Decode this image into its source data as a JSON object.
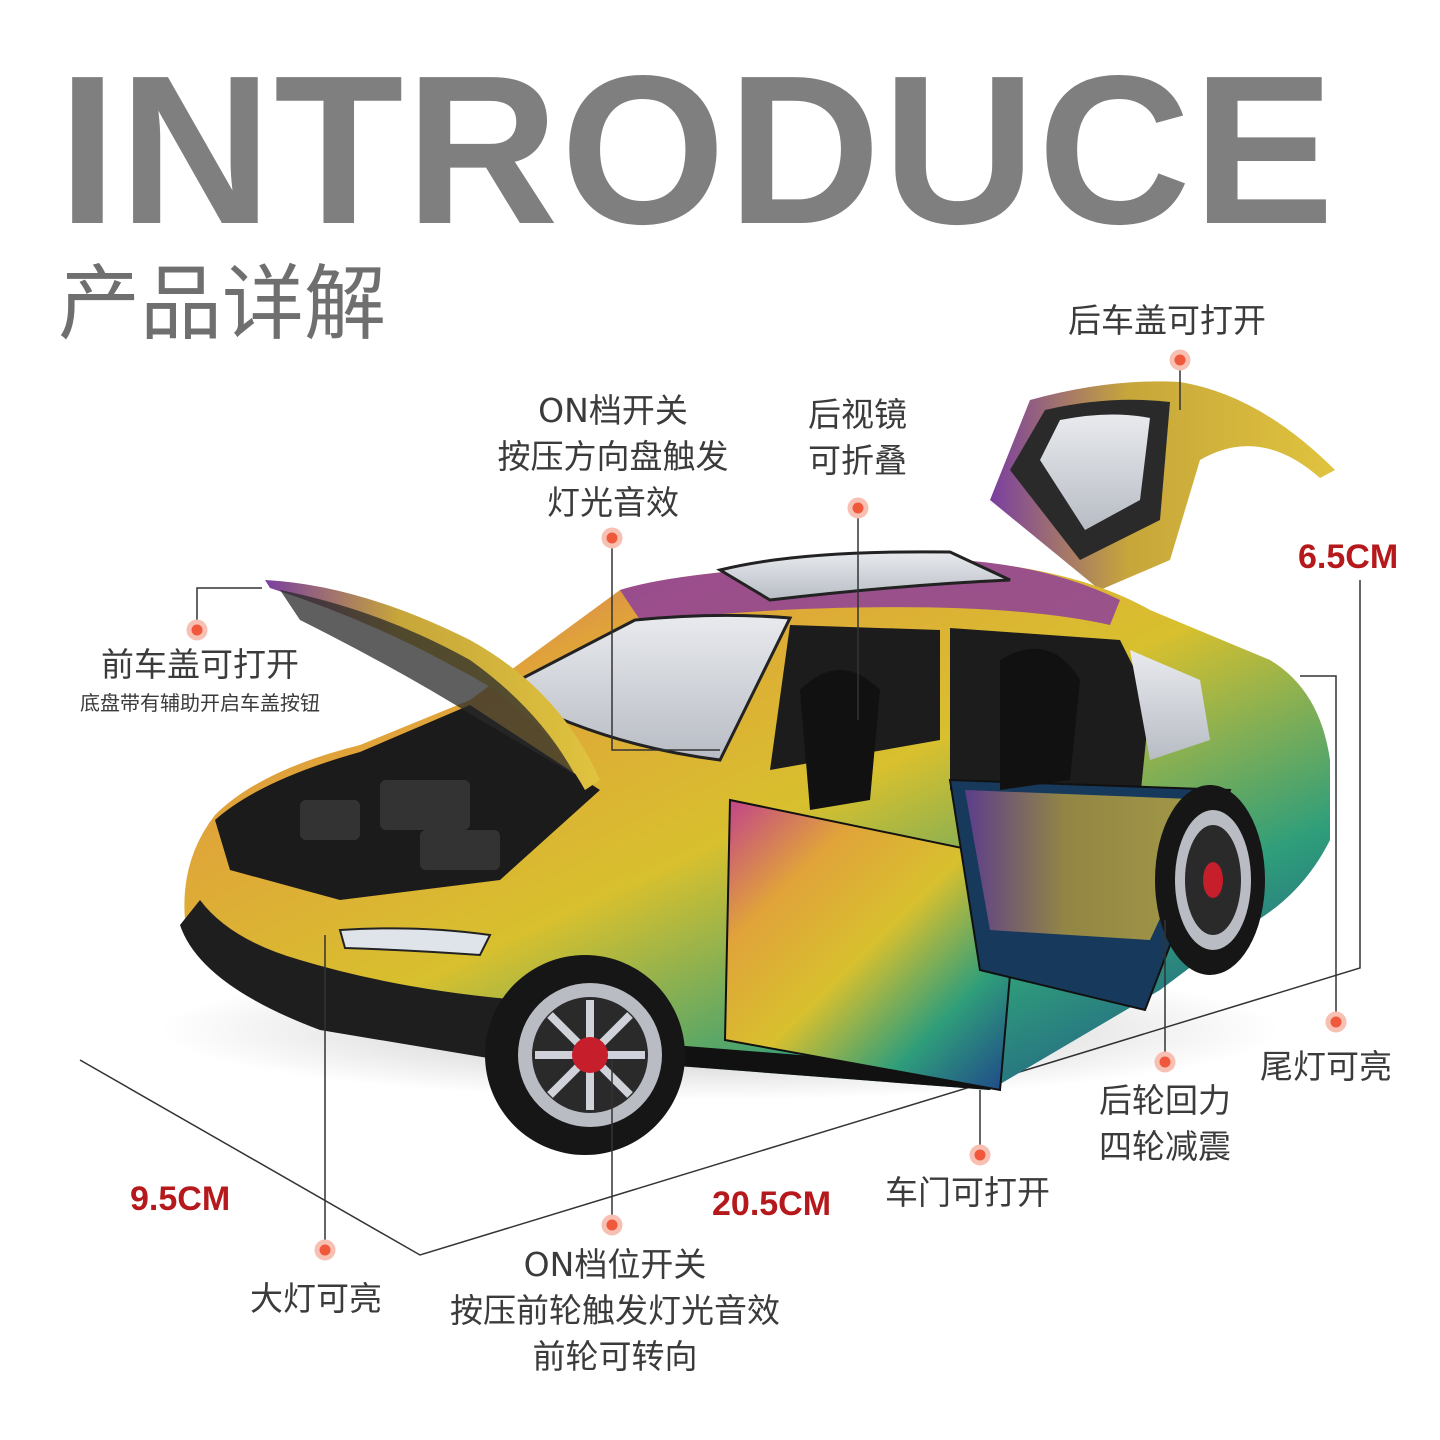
{
  "header": {
    "title": "INTRODUCE",
    "subtitle": "产品详解"
  },
  "callouts": {
    "rear_hood": {
      "lines": [
        "后车盖可打开"
      ]
    },
    "on_switch_top": {
      "lines": [
        "ON档开关",
        "按压方向盘触发",
        "灯光音效"
      ]
    },
    "mirror": {
      "lines": [
        "后视镜",
        "可折叠"
      ]
    },
    "front_hood": {
      "lines": [
        "前车盖可打开"
      ],
      "note": "底盘带有辅助开启车盖按钮"
    },
    "tail_light": {
      "lines": [
        "尾灯可亮"
      ]
    },
    "rear_wheel": {
      "lines": [
        "后轮回力",
        "四轮减震"
      ]
    },
    "door": {
      "lines": [
        "车门可打开"
      ]
    },
    "head_light": {
      "lines": [
        "大灯可亮"
      ]
    },
    "on_switch_bottom": {
      "lines": [
        "ON档位开关",
        "按压前轮触发灯光音效",
        "前轮可转向"
      ]
    }
  },
  "dimensions": {
    "height": "6.5CM",
    "width": "9.5CM",
    "length": "20.5CM"
  },
  "colors": {
    "title_gray": "#7f7f7f",
    "accent_red": "#b5191b",
    "dot_orange": "#f0583c"
  }
}
